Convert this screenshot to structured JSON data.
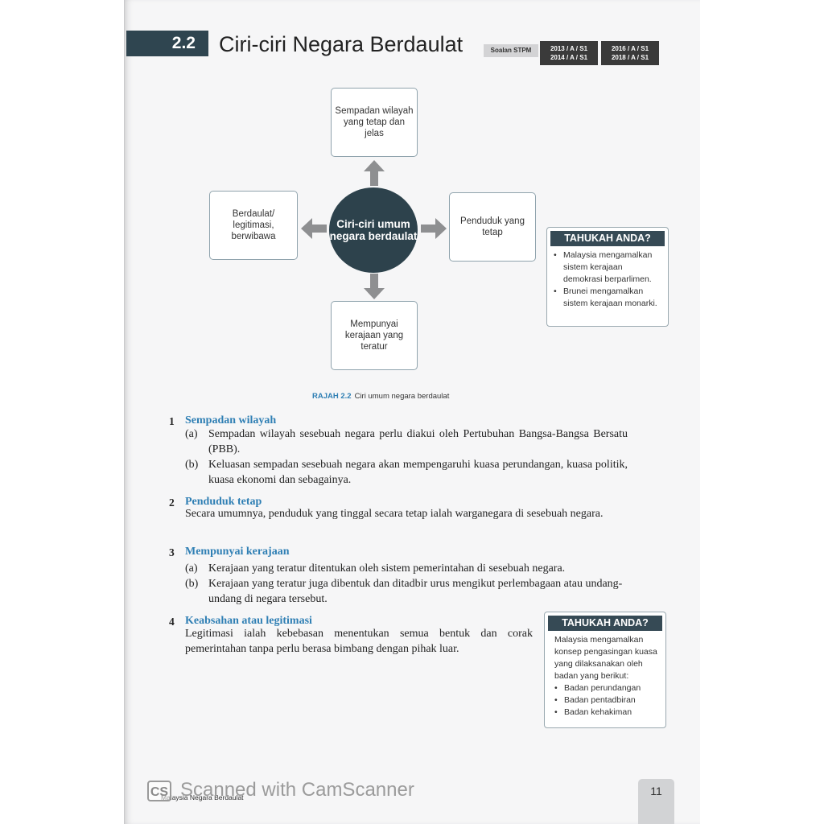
{
  "header": {
    "section_number": "2.2",
    "section_title": "Ciri-ciri Negara Berdaulat",
    "stpm_label": "Soalan STPM",
    "stpm_refs": [
      {
        "line1": "2013 / A / S1",
        "line2": "2014 / A / S1"
      },
      {
        "line1": "2016 / A / S1",
        "line2": "2018 / A / S1"
      }
    ]
  },
  "diagram": {
    "center": "Ciri-ciri umum negara berdaulat",
    "top": "Sempadan wilayah yang tetap dan jelas",
    "right": "Penduduk yang tetap",
    "bottom": "Mempunyai kerajaan yang teratur",
    "left": "Berdaulat/ legitimasi, berwibawa",
    "caption_label": "RAJAH 2.2",
    "caption_text": "Ciri umum negara berdaulat"
  },
  "tahukah1": {
    "title": "TAHUKAH ANDA?",
    "items": [
      "Malaysia mengamalkan sistem kerajaan demokrasi berparlimen.",
      "Brunei mengamalkan sistem kerajaan monarki."
    ]
  },
  "sections": [
    {
      "number": "1",
      "heading": "Sempadan wilayah",
      "items": [
        {
          "label": "(a)",
          "text": "Sempadan wilayah sesebuah negara perlu diakui oleh Pertubuhan Bangsa-Bangsa Bersatu (PBB)."
        },
        {
          "label": "(b)",
          "text": "Keluasan sempadan sesebuah negara akan mempengaruhi kuasa perundangan, kuasa politik, kuasa ekonomi dan sebagainya."
        }
      ]
    },
    {
      "number": "2",
      "heading": "Penduduk tetap",
      "paragraph": "Secara umumnya, penduduk yang tinggal secara tetap ialah warganegara di sesebuah negara."
    },
    {
      "number": "3",
      "heading": "Mempunyai kerajaan",
      "items": [
        {
          "label": "(a)",
          "text": "Kerajaan yang teratur ditentukan oleh sistem pemerintahan di sesebuah negara."
        },
        {
          "label": "(b)",
          "text": "Kerajaan yang teratur juga dibentuk dan ditadbir urus mengikut perlembagaan atau undang-undang di negara tersebut."
        }
      ]
    },
    {
      "number": "4",
      "heading": "Keabsahan atau legitimasi",
      "paragraph": "Legitimasi ialah kebebasan menentukan semua bentuk dan corak pemerintahan tanpa perlu berasa bimbang dengan pihak luar."
    }
  ],
  "tahukah2": {
    "title": "TAHUKAH ANDA?",
    "intro": "Malaysia mengamalkan konsep pengasingan kuasa yang dilaksanakan oleh badan yang berikut:",
    "items": [
      "Badan perundangan",
      "Badan pentadbiran",
      "Badan kehakiman"
    ]
  },
  "footer": {
    "cs_logo": "CS",
    "watermark": "Scanned with CamScanner",
    "running_title": "Malaysia Negara Berdaulat",
    "page_number": "11"
  },
  "colors": {
    "dark_teal": "#2f4550",
    "heading_blue": "#2f7fb4",
    "arrow_gray": "#8e8f91"
  }
}
